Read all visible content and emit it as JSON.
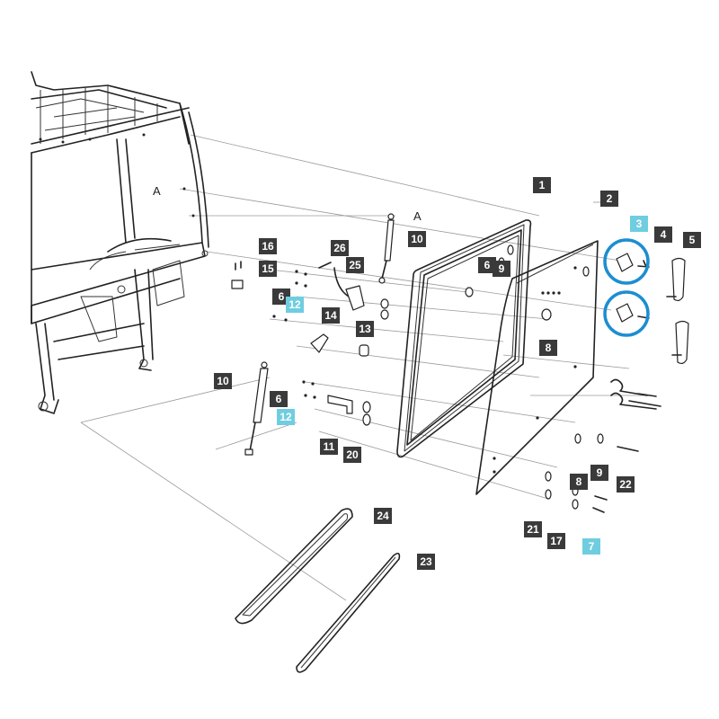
{
  "diagram": {
    "callouts": [
      {
        "label": "1",
        "highlight": false
      },
      {
        "label": "2",
        "highlight": false
      },
      {
        "label": "3",
        "highlight": true
      },
      {
        "label": "4",
        "highlight": false
      },
      {
        "label": "5",
        "highlight": false
      },
      {
        "label": "6",
        "highlight": false
      },
      {
        "label": "9",
        "highlight": false
      },
      {
        "label": "10",
        "highlight": false
      },
      {
        "label": "16",
        "highlight": false
      },
      {
        "label": "15",
        "highlight": false
      },
      {
        "label": "26",
        "highlight": false
      },
      {
        "label": "25",
        "highlight": false
      },
      {
        "label": "6",
        "highlight": false
      },
      {
        "label": "12",
        "highlight": true
      },
      {
        "label": "14",
        "highlight": false
      },
      {
        "label": "13",
        "highlight": false
      },
      {
        "label": "8",
        "highlight": false
      },
      {
        "label": "10",
        "highlight": false
      },
      {
        "label": "6",
        "highlight": false
      },
      {
        "label": "12",
        "highlight": true
      },
      {
        "label": "11",
        "highlight": false
      },
      {
        "label": "20",
        "highlight": false
      },
      {
        "label": "8",
        "highlight": false
      },
      {
        "label": "9",
        "highlight": false
      },
      {
        "label": "22",
        "highlight": false
      },
      {
        "label": "21",
        "highlight": false
      },
      {
        "label": "17",
        "highlight": false
      },
      {
        "label": "7",
        "highlight": true
      },
      {
        "label": "24",
        "highlight": false
      },
      {
        "label": "23",
        "highlight": false
      }
    ],
    "reference_letters": [
      "A",
      "A"
    ],
    "highlight_color": "#6fcde0",
    "callout_color": "#3a3a3a",
    "ring_color": "#1c8ed0"
  }
}
